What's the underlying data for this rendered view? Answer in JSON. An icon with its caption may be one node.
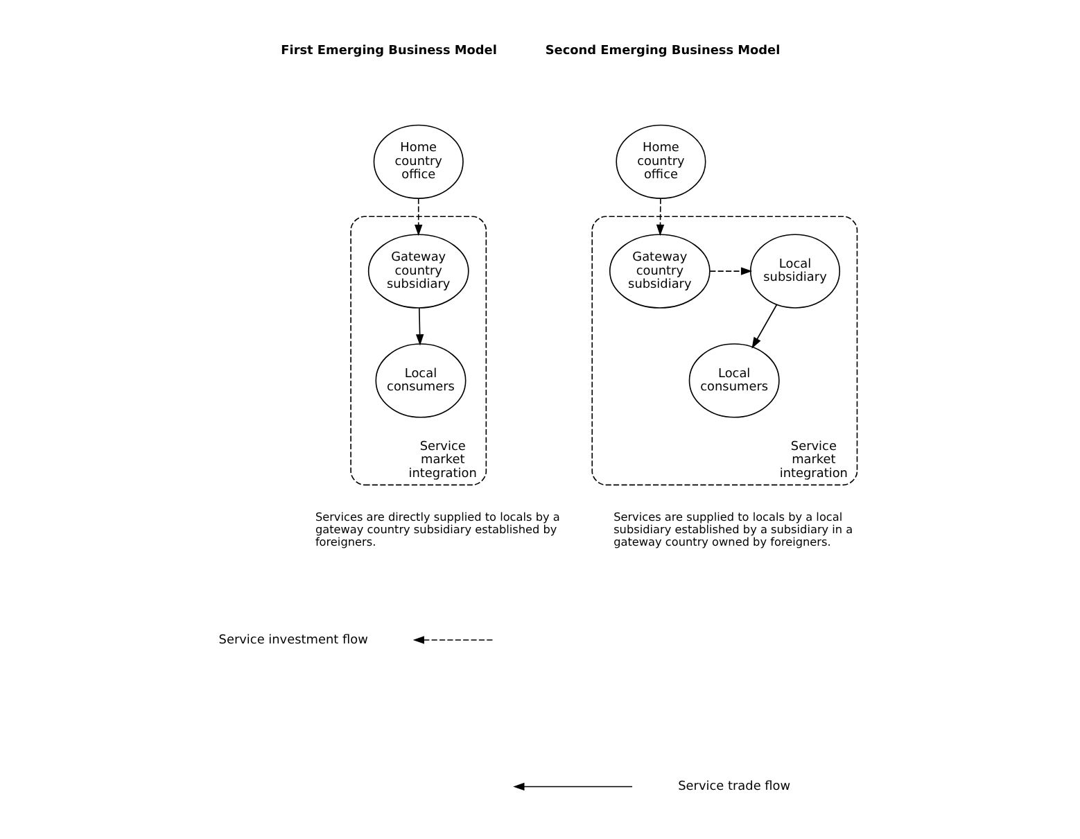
{
  "diagram": {
    "nodes": [
      {
        "text": [
          "Home country office"
        ]
      },
      {
        "text": [
          "Service market integration"
        ]
      },
      {
        "text": [
          "Gateway country subsidiary"
        ],
        "in": 1
      },
      {
        "text": [
          "Local consumers"
        ],
        "in": 1
      },
      {
        "text": [
          "Home country office"
        ]
      },
      {
        "text": [
          "Service market integration"
        ]
      },
      {
        "text": [
          "Local subsidiary"
        ],
        "in": 5
      },
      {
        "text": [
          "Gateway country subsidiary"
        ],
        "in": 5
      },
      {
        "text": [
          "Local consumers"
        ],
        "in": 5
      }
    ],
    "edges": [
      {
        "from": 0,
        "to": 2,
        "arrow": "to",
        "style": "dashed"
      },
      {
        "from": 2,
        "to": 3,
        "arrow": "to"
      },
      {
        "from": 4,
        "to": 7,
        "arrow": "to",
        "style": "dashed"
      },
      {
        "from": 7,
        "to": 6,
        "arrow": "to",
        "style": "dashed"
      },
      {
        "from": 6,
        "to": 8,
        "arrow": "to"
      }
    ],
    "labels": [
      "First Emerging Business Model",
      "Second Emerging Business Model",
      "Services are directly supplied to locals by a gateway country subsidiary established by foreigners.",
      "Services are supplied to locals by a local subsidiary established by a subsidiary in a gateway country owned by foreigners."
    ],
    "legend": [
      {
        "text": "Service investment flow"
      },
      {
        "text": "Service trade flow"
      }
    ]
  }
}
